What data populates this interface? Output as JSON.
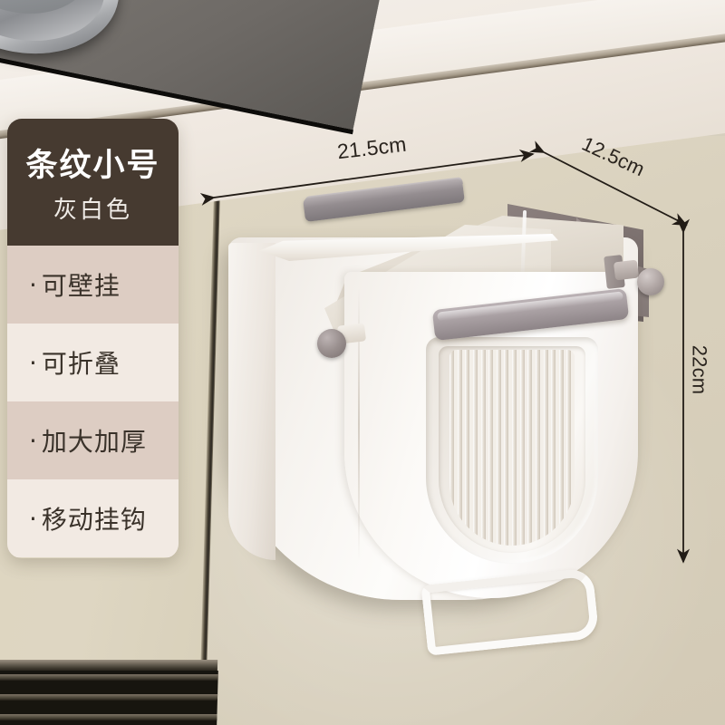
{
  "product": {
    "card": {
      "title": "条纹小号",
      "subtitle": "灰白色",
      "features": [
        {
          "bullet": "·",
          "label": "可壁挂"
        },
        {
          "bullet": "·",
          "label": "可折叠"
        },
        {
          "bullet": "·",
          "label": "加大加厚"
        },
        {
          "bullet": "·",
          "label": "移动挂钩"
        }
      ],
      "header_color": "#463a30",
      "row_color_a": "#ddcdc3",
      "row_color_b": "#f2eae3"
    },
    "dimensions": {
      "width": "21.5cm",
      "depth": "12.5cm",
      "height": "22cm"
    },
    "colors": {
      "wall": "#d6cfbe",
      "counter": "#f1ebe3",
      "shell_white": "#fbf9f6",
      "accent_grey": "#8b807e",
      "clip_grey": "#a79ea1"
    },
    "parts": {
      "hook_bar": "hanging hook bar",
      "clip_bar": "front grey clip bar",
      "handle": "bottom handle loop",
      "ribbed_panel": "striped ribbed front panel",
      "pivot_knob": "fold pivot knob"
    }
  },
  "scene": {
    "cooktop": "glass cooktop",
    "pot": "stainless steel pot",
    "cabinet": "kitchen cabinet",
    "vent": "cabinet vent slats"
  }
}
